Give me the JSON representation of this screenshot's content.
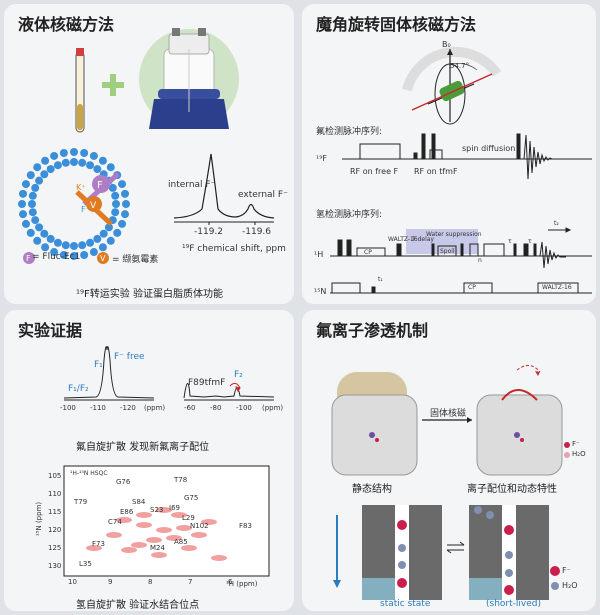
{
  "panels": {
    "liquid": {
      "title": "液体核磁方法",
      "legend_f": "= Fluc-Ec1",
      "legend_v": "= 缬氨霉素",
      "spectrum": {
        "peak1": "internal F⁻",
        "peak2": "external F⁻",
        "ticks": [
          "-119.2",
          "-119.6"
        ],
        "xlabel": "¹⁹F chemical shift, ppm"
      },
      "caption": "¹⁹F转运实验  验证蛋白脂质体功能",
      "icons": [
        "nmr-tube-icon",
        "plus-icon",
        "nmr-magnet-icon",
        "liposome-icon",
        "fluoride-transporter-icon",
        "valinomycin-icon"
      ],
      "colors": {
        "f_purple": "#b07cc6",
        "v_orange": "#e07b22",
        "membrane_blue": "#3b8fd8"
      }
    },
    "mas": {
      "title": "魔角旋转固体核磁方法",
      "angle": "54.7°",
      "b0": "B₀",
      "seq1_title": "氟检测脉冲序列:",
      "seq1_channel": "¹⁹F",
      "seq1_labels": [
        "RF on free F",
        "RF on tfmF",
        "spin diffusion"
      ],
      "seq2_title": "氢检测脉冲序列:",
      "seq2_channels": [
        "¹H",
        "¹⁵N"
      ],
      "seq2_labels": [
        "CP",
        "WALTZ-16",
        "T delay",
        "Water suppression",
        "Spoil",
        "τ",
        "τ",
        "CP",
        "t₁",
        "t₂",
        "WALTZ-16",
        "n"
      ]
    },
    "evidence": {
      "title": "实验证据",
      "spec1_labels": [
        "F₁",
        "F⁻ free",
        "F₁/F₂"
      ],
      "spec1_ticks": [
        "-100",
        "-110",
        "-120"
      ],
      "spec1_unit": "(ppm)",
      "spec2_labels": [
        "F89tfmF",
        "F₂"
      ],
      "spec2_ticks": [
        "-60",
        "-80",
        "-100"
      ],
      "spec2_unit": "(ppm)",
      "caption1": "氟自旋扩散  发现新氟离子配位",
      "hsqc_header": "¹H-¹⁵N HSQC",
      "hsqc_peaks": [
        "G76",
        "T78",
        "T79",
        "S84",
        "G75",
        "E86",
        "S23",
        "I69",
        "C74",
        "L29",
        "N102",
        "F83",
        "A85",
        "M24",
        "F73",
        "L35"
      ],
      "hsqc_yticks": [
        "105",
        "110",
        "115",
        "120",
        "125",
        "130"
      ],
      "hsqc_xticks": [
        "10",
        "9",
        "8",
        "7",
        "6"
      ],
      "hsqc_xunit": "¹H (ppm)",
      "hsqc_yunit": "¹⁵N (ppm)",
      "caption2": "氢自旋扩散  验证水结合位点"
    },
    "mechanism": {
      "title": "氟离子渗透机制",
      "arrow_label": "固体核磁",
      "caption_left": "静态结构",
      "caption_right": "离子配位和动态特性",
      "legend1": [
        "F⁻",
        "H₂O"
      ],
      "legend2": [
        "F⁻",
        "H₂O"
      ],
      "state_left": "static state",
      "state_right": "(short-lived)",
      "colors": {
        "fluoride": "#c8204a",
        "water": "#7f8fb0",
        "channel": "#6a6a6a",
        "state_text": "#2a7cc0"
      }
    }
  }
}
